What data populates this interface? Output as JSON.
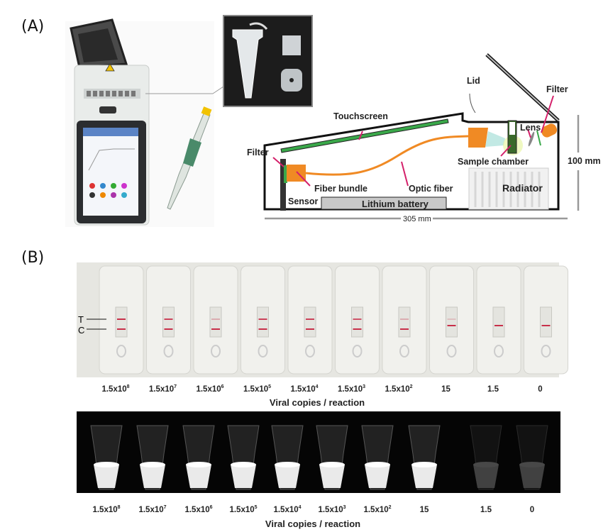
{
  "panel_a": {
    "label": "(A)",
    "diagram": {
      "lid": "Lid",
      "filter_top": "Filter",
      "touchscreen": "Touchscreen",
      "lens": "Lens",
      "filter_left": "Filter",
      "sample_chamber": "Sample chamber",
      "height_dim": "100 mm",
      "fiber_bundle": "Fiber bundle",
      "optic_fiber": "Optic fiber",
      "radiator": "Radiator",
      "sensor": "Sensor",
      "battery": "Lithium battery",
      "width_dim": "305 mm"
    }
  },
  "panel_b": {
    "label": "(B)",
    "strip_labels": {
      "t": "T",
      "c": "C"
    },
    "caption": "Viral copies / reaction",
    "samples": [
      {
        "base": "1.5x10",
        "exp": "8",
        "test_line": 1.0,
        "fluorescence": 1.0
      },
      {
        "base": "1.5x10",
        "exp": "7",
        "test_line": 0.9,
        "fluorescence": 1.0
      },
      {
        "base": "1.5x10",
        "exp": "6",
        "test_line": 0.3,
        "fluorescence": 1.0
      },
      {
        "base": "1.5x10",
        "exp": "5",
        "test_line": 0.9,
        "fluorescence": 1.0
      },
      {
        "base": "1.5x10",
        "exp": "4",
        "test_line": 0.9,
        "fluorescence": 1.0
      },
      {
        "base": "1.5x10",
        "exp": "3",
        "test_line": 0.8,
        "fluorescence": 1.0
      },
      {
        "base": "1.5x10",
        "exp": "2",
        "test_line": 0.3,
        "fluorescence": 1.0
      },
      {
        "base": "15",
        "exp": "",
        "test_line": 0.15,
        "fluorescence": 0.95
      },
      {
        "base": "1.5",
        "exp": "",
        "test_line": 0.0,
        "fluorescence": 0.3
      },
      {
        "base": "0",
        "exp": "",
        "test_line": 0.0,
        "fluorescence": 0.25
      }
    ]
  },
  "colors": {
    "line_red": "#c8304a",
    "fiber": "#f08a24",
    "touchscreen": "#3aa84a",
    "pointer": "#d4206a"
  }
}
